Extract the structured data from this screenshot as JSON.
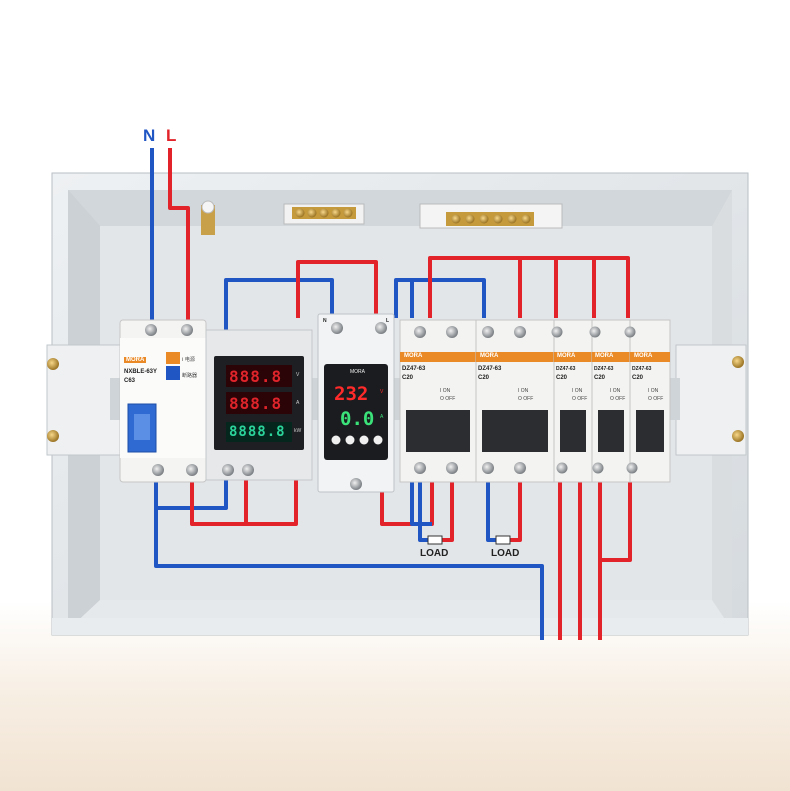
{
  "labels": {
    "neutral": "N",
    "live": "L"
  },
  "rcbo": {
    "brand": "MORA",
    "model": "NXBLE-63Y",
    "rating": "C63",
    "notes": [
      "Ⅰ 电源",
      "断路器"
    ]
  },
  "meter": {
    "row1": "888.8",
    "row2": "888.8",
    "row3": "8888.8",
    "units": [
      "V",
      "A",
      "kW"
    ]
  },
  "protector": {
    "brand": "MORA",
    "voltage": "232",
    "voltage_unit": "V",
    "current": "0.0",
    "current_unit": "A",
    "terminal_n": "N",
    "terminal_l": "L"
  },
  "breakers": [
    {
      "brand": "MORA",
      "model": "DZ47-63",
      "rating": "C20",
      "on": "I ON",
      "off": "O OFF"
    },
    {
      "brand": "MORA",
      "model": "DZ47-63",
      "rating": "C20",
      "on": "I ON",
      "off": "O OFF"
    },
    {
      "brand": "MORA",
      "model": "DZ47-63",
      "rating": "C20",
      "on": "I ON",
      "off": "O OFF"
    },
    {
      "brand": "MORA",
      "model": "DZ47-63",
      "rating": "C20",
      "on": "I ON",
      "off": "O OFF"
    },
    {
      "brand": "MORA",
      "model": "DZ47-63",
      "rating": "C20",
      "on": "I ON",
      "off": "O OFF"
    }
  ],
  "loads": [
    "LOAD",
    "LOAD"
  ],
  "colors": {
    "live": "#e2232a",
    "neutral": "#1f56c4",
    "box": "#dfe3e6",
    "accent": "#e98a27"
  }
}
